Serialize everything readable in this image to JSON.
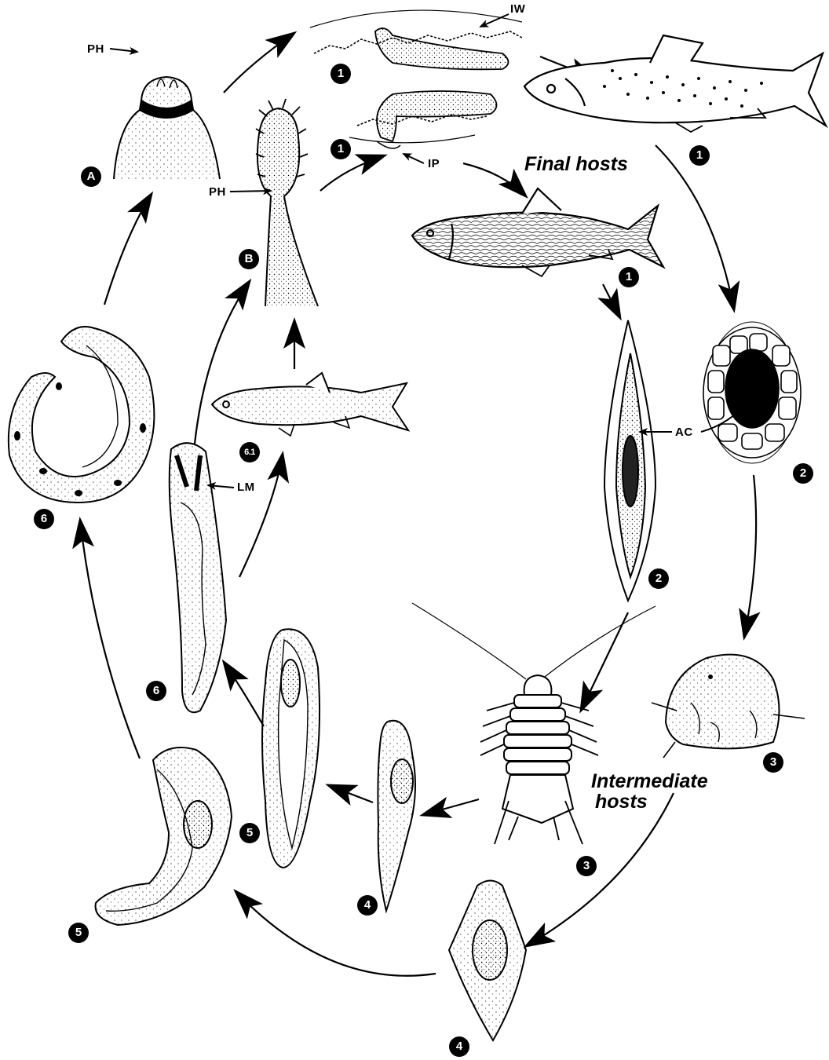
{
  "labels": {
    "final_hosts": "Final hosts",
    "intermediate_hosts_line1": "Intermediate",
    "intermediate_hosts_line2": "hosts",
    "PH_top": "PH",
    "PH_mid": "PH",
    "IW": "IW",
    "IP": "IP",
    "AC": "AC",
    "LM": "LM"
  },
  "markers": {
    "A": "A",
    "B": "B",
    "one_worm_top": "1",
    "one_worm_mid": "1",
    "one_trout": "1",
    "one_minnow": "1",
    "two_egg": "2",
    "two_ovoid": "2",
    "three_ostracod": "3",
    "three_isopod": "3",
    "four_bottom": "4",
    "four_left": "4",
    "five_left": "5",
    "five_mid": "5",
    "six_coiled": "6",
    "six_elongate": "6",
    "six_one": "6.1"
  }
}
